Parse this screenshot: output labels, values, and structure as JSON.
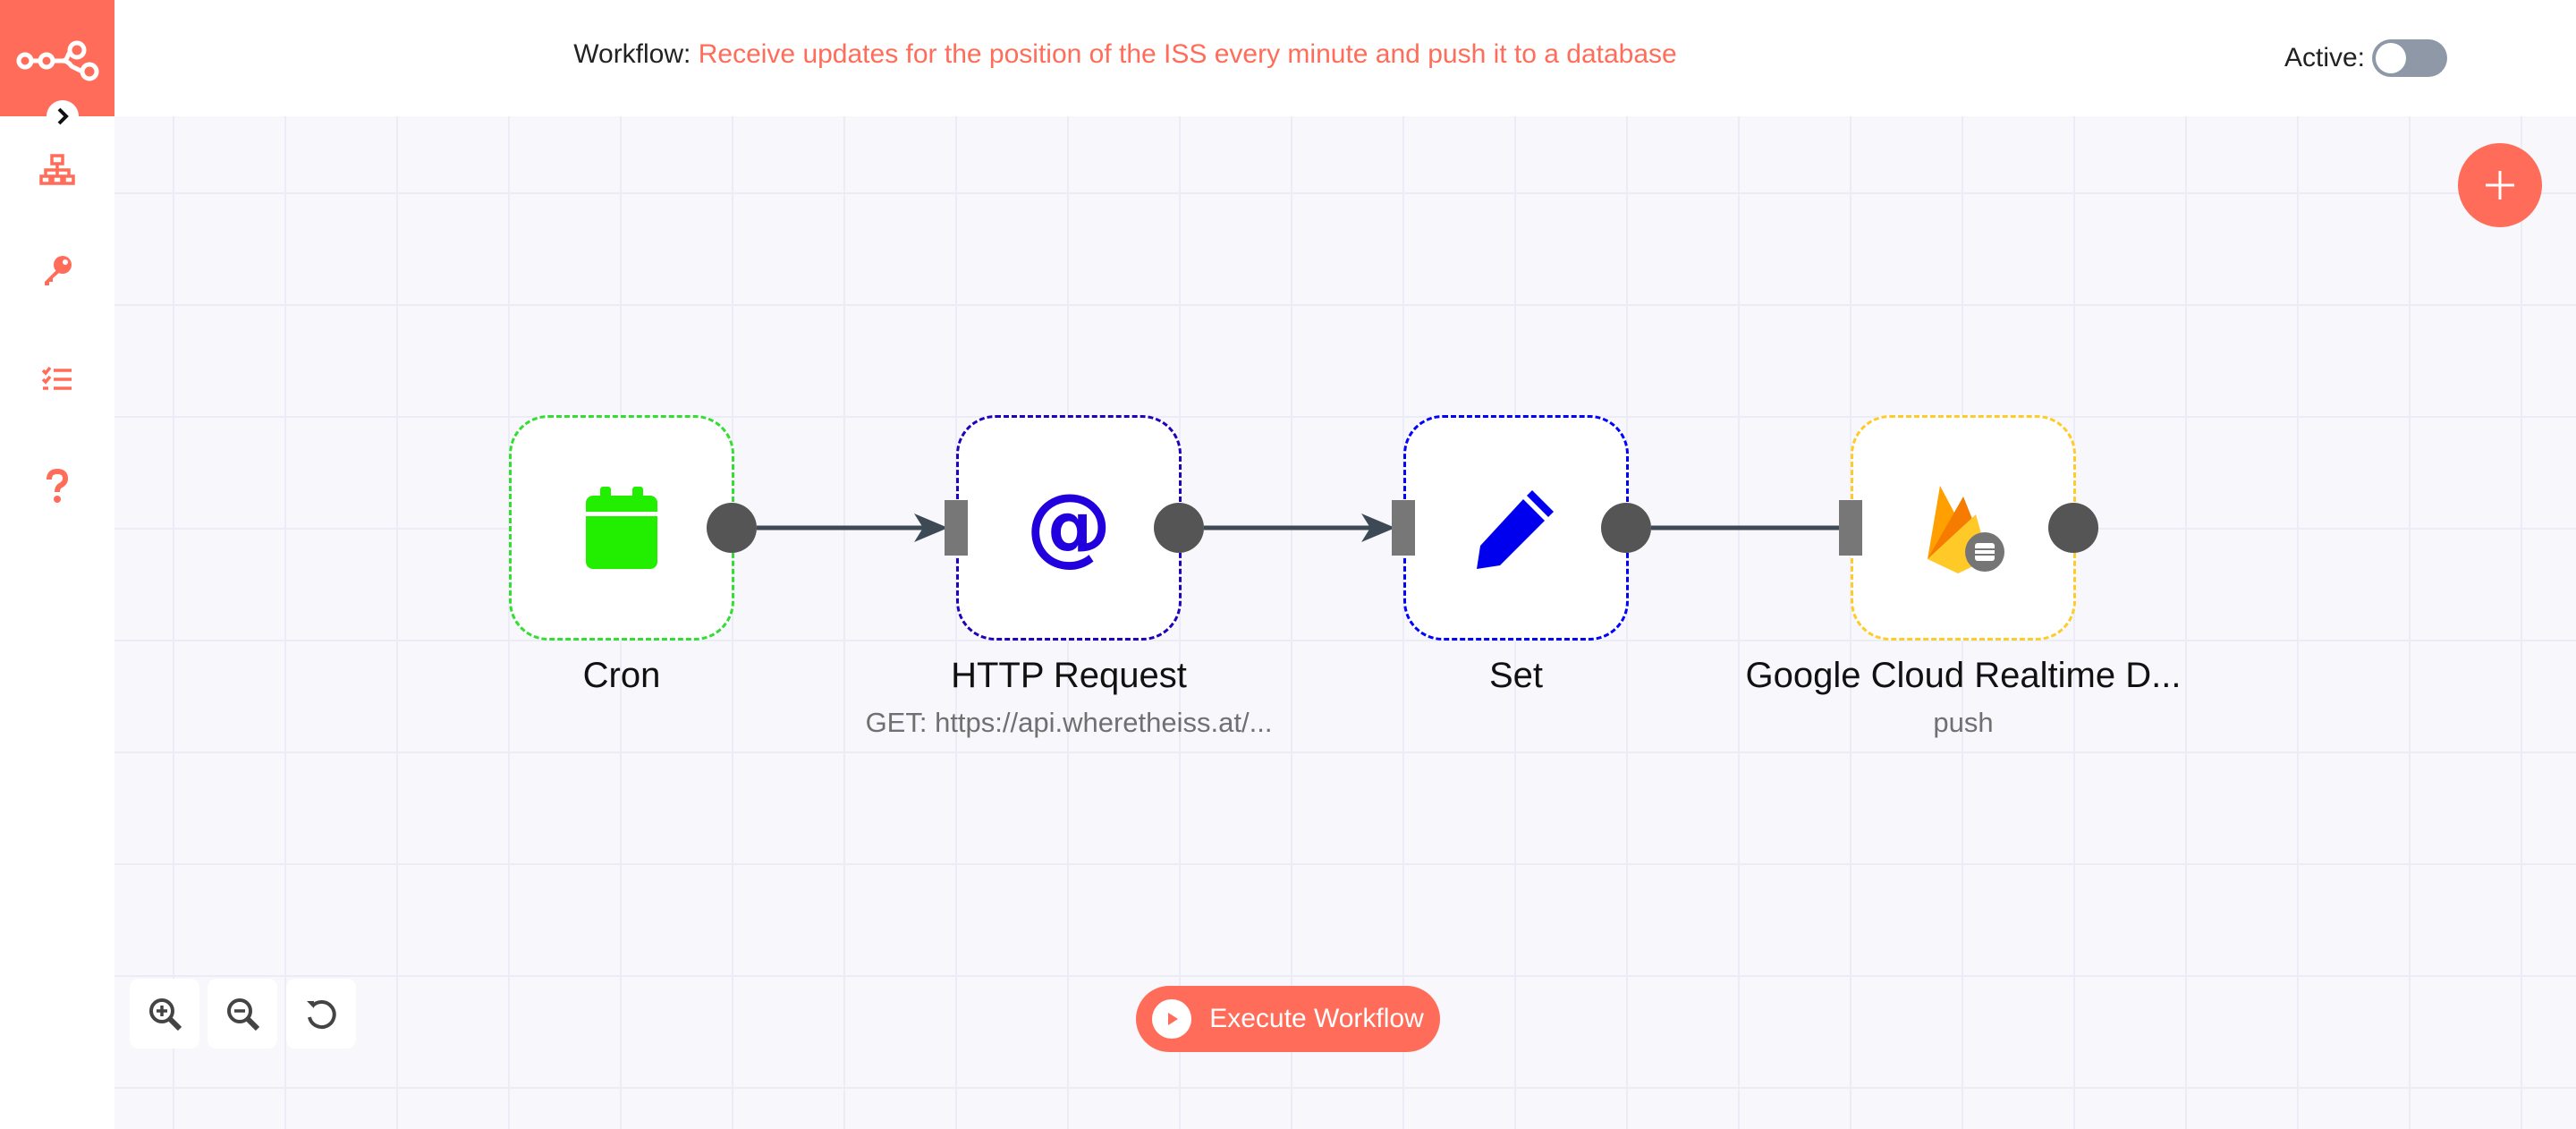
{
  "header": {
    "workflow_prefix": "Workflow:",
    "workflow_name": "Receive updates for the position of the ISS every minute and push it to a database",
    "active_label": "Active:",
    "active": false
  },
  "sidebar": {
    "items": [
      {
        "icon": "network-icon",
        "name": "workflows"
      },
      {
        "icon": "key-icon",
        "name": "credentials"
      },
      {
        "icon": "tasks-icon",
        "name": "executions"
      },
      {
        "icon": "question-icon",
        "name": "help"
      }
    ]
  },
  "nodes": [
    {
      "label": "Cron",
      "subtitle": "",
      "icon": "calendar-icon",
      "border_color": "#33dd33"
    },
    {
      "label": "HTTP Request",
      "subtitle": "GET: https://api.wheretheiss.at/...",
      "icon": "at-icon",
      "border_color": "#2200bb"
    },
    {
      "label": "Set",
      "subtitle": "",
      "icon": "pencil-icon",
      "border_color": "#0000ff"
    },
    {
      "label": "Google Cloud Realtime D...",
      "subtitle": "push",
      "icon": "firebase-icon",
      "border_color": "#ffcb2b"
    }
  ],
  "actions": {
    "execute_label": "Execute Workflow"
  },
  "colors": {
    "accent": "#ff6d5a",
    "canvas_bg": "#f8f8fc",
    "connection": "#3d4a55"
  }
}
